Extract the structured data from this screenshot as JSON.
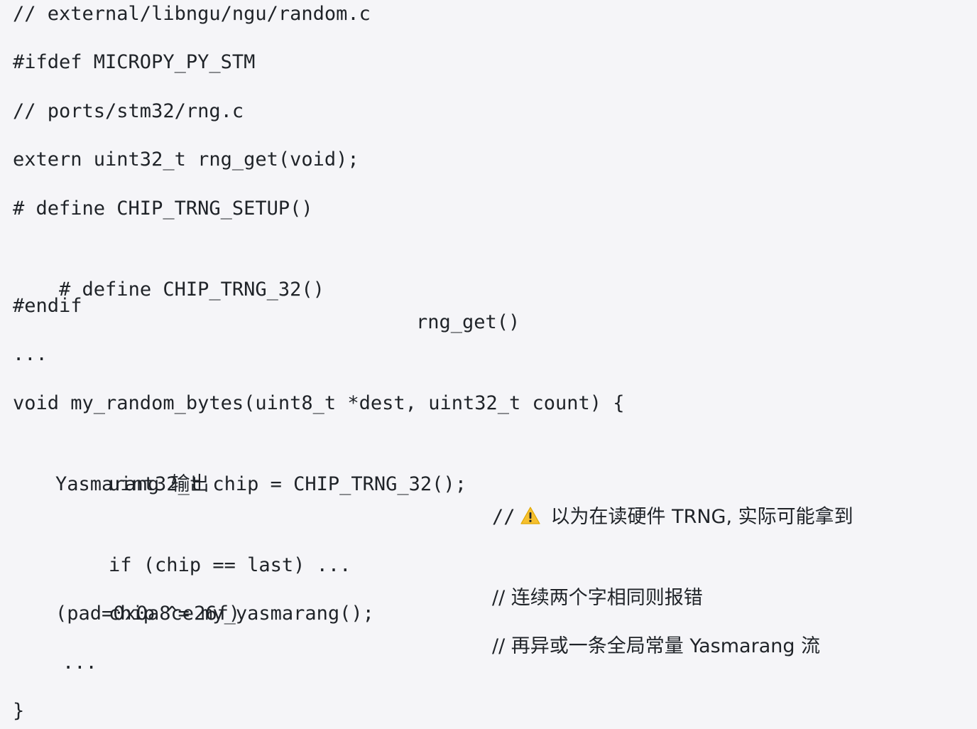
{
  "code": {
    "l01": "// external/libngu/ngu/random.c",
    "l02": "#ifdef MICROPY_PY_STM",
    "l03": "// ports/stm32/rng.c",
    "l04": "extern uint32_t rng_get(void);",
    "l05": "# define CHIP_TRNG_SETUP()",
    "l06": "# define CHIP_TRNG_32()",
    "l06_expr": "rng_get()",
    "l07": "#endif",
    "l08": "...",
    "l09": "void my_random_bytes(uint8_t *dest, uint32_t count) {",
    "l10": "uint32_t chip = CHIP_TRNG_32();",
    "l10_comment_prefix": "//",
    "l10_comment": "以为在读硬件 TRNG, 实际可能拿到",
    "l10_wrap": "Yasmarang 输出",
    "l11": "if (chip == last) ...",
    "l11_comment": "// 连续两个字相同则报错",
    "l12": "chip ^= my_yasmarang();",
    "l12_comment": "// 再异或一条全局常量 Yasmarang 流",
    "l12_wrap": "(pad=0x0a8ce26f)",
    "l13": "...",
    "l14": "}"
  },
  "icons": {
    "warning": "warning-icon"
  },
  "colors": {
    "background": "#f5f5f8",
    "text": "#1f2328",
    "warning_fill": "#f6c02f"
  }
}
